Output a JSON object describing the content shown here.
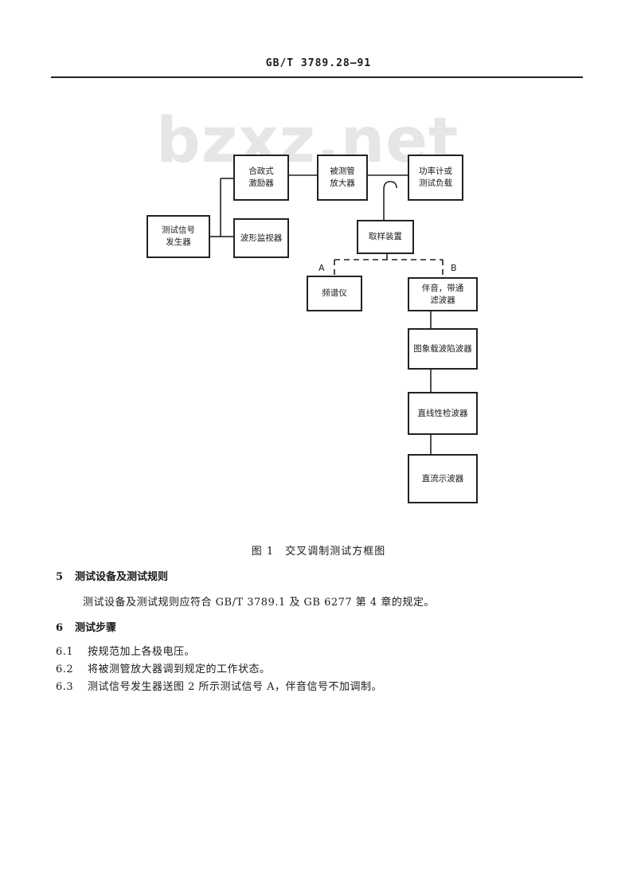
{
  "header": {
    "standard_no": "GB/T 3789.28—91"
  },
  "watermark": "bzxz.net",
  "diagram": {
    "boxes": {
      "exciter": [
        "合政式",
        "激励器"
      ],
      "amplifier": [
        "被测管",
        "放大器"
      ],
      "power_meter": [
        "功率计或",
        "测试负载"
      ],
      "signal_gen": [
        "测试信号",
        "发生器"
      ],
      "wave_monitor": [
        "波形监视器"
      ],
      "sampler": [
        "取样装置"
      ],
      "spectrum": [
        "频谱仪"
      ],
      "bandpass": [
        "伴音，带通",
        "滤波器"
      ],
      "trap": [
        "图象载波陷波器"
      ],
      "detector": [
        "直线性检波器"
      ],
      "oscilloscope": [
        "直流示波器"
      ]
    },
    "branch_a": "A",
    "branch_b": "B"
  },
  "figure_caption": "图 1　交叉调制测试方框图",
  "section5": {
    "number": "5",
    "title": "测试设备及测试规则",
    "body": "测试设备及测试规则应符合 GB/T 3789.1 及 GB 6277 第 4 章的规定。"
  },
  "section6": {
    "number": "6",
    "title": "测试步骤",
    "steps": [
      {
        "number": "6.1",
        "text": "按规范加上各极电压。"
      },
      {
        "number": "6.2",
        "text": "将被测管放大器调到规定的工作状态。"
      },
      {
        "number": "6.3",
        "text": "测试信号发生器送图 2 所示测试信号 A，伴音信号不加调制。"
      }
    ]
  }
}
